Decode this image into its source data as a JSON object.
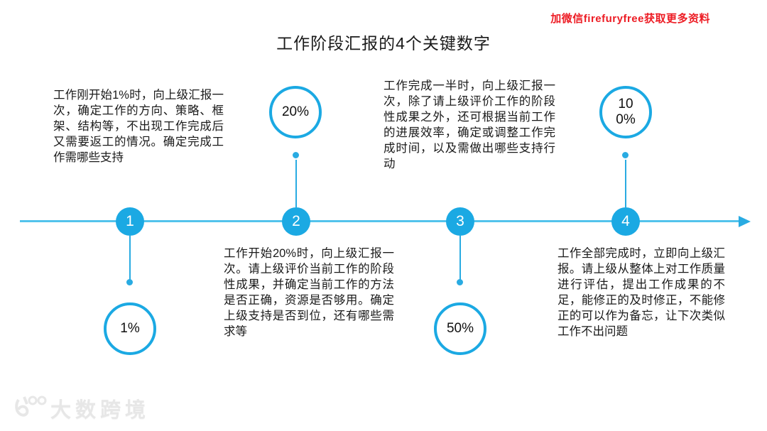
{
  "header": {
    "promo_text": "加微信firefuryfree获取更多资料",
    "title": "工作阶段汇报的4个关键数字"
  },
  "footer": {
    "watermark_text": "大数跨境"
  },
  "colors": {
    "accent_blue": "#1ba9e3",
    "line_blue": "#53c3ec",
    "promo_red": "#ed1c24",
    "text_black": "#1a1a1a",
    "watermark_gray": "#e7e7e7"
  },
  "icons": {
    "timeline_arrow": "right-arrowhead-triangle",
    "watermark_logo": "circles-100-logo"
  },
  "chart_data": {
    "type": "timeline",
    "title": "工作阶段汇报的4个关键数字",
    "direction": "left-to-right",
    "milestones": [
      {
        "number": "1",
        "percent_label": "1%",
        "value_percent": 1,
        "bubble_position": "below-line",
        "description_position": "above-line",
        "description": "工作刚开始1%时，向上级汇报一次，确定工作的方向、策略、框架、结构等，不出现工作完成后又需要返工的情况。确定完成工作需哪些支持"
      },
      {
        "number": "2",
        "percent_label": "20%",
        "value_percent": 20,
        "bubble_position": "above-line",
        "description_position": "below-line",
        "description": "工作开始20%时，向上级汇报一次。请上级评价当前工作的阶段性成果，并确定当前工作的方法是否正确，资源是否够用。确定上级支持是否到位，还有哪些需求等"
      },
      {
        "number": "3",
        "percent_label": "50%",
        "value_percent": 50,
        "bubble_position": "below-line",
        "description_position": "above-line",
        "description": "工作完成一半时，向上级汇报一次，除了请上级评价工作的阶段性成果之外，还可根据当前工作的进展效率，确定或调整工作完成时间，以及需做出哪些支持行动"
      },
      {
        "number": "4",
        "percent_label": "100%",
        "value_percent": 100,
        "bubble_position": "above-line",
        "description_position": "below-line",
        "description": "工作全部完成时，立即向上级汇报。请上级从整体上对工作质量进行评估，提出工作成果的不足，能修正的及时修正，不能修正的可以作为备忘，让下次类似工作不出问题"
      }
    ]
  }
}
